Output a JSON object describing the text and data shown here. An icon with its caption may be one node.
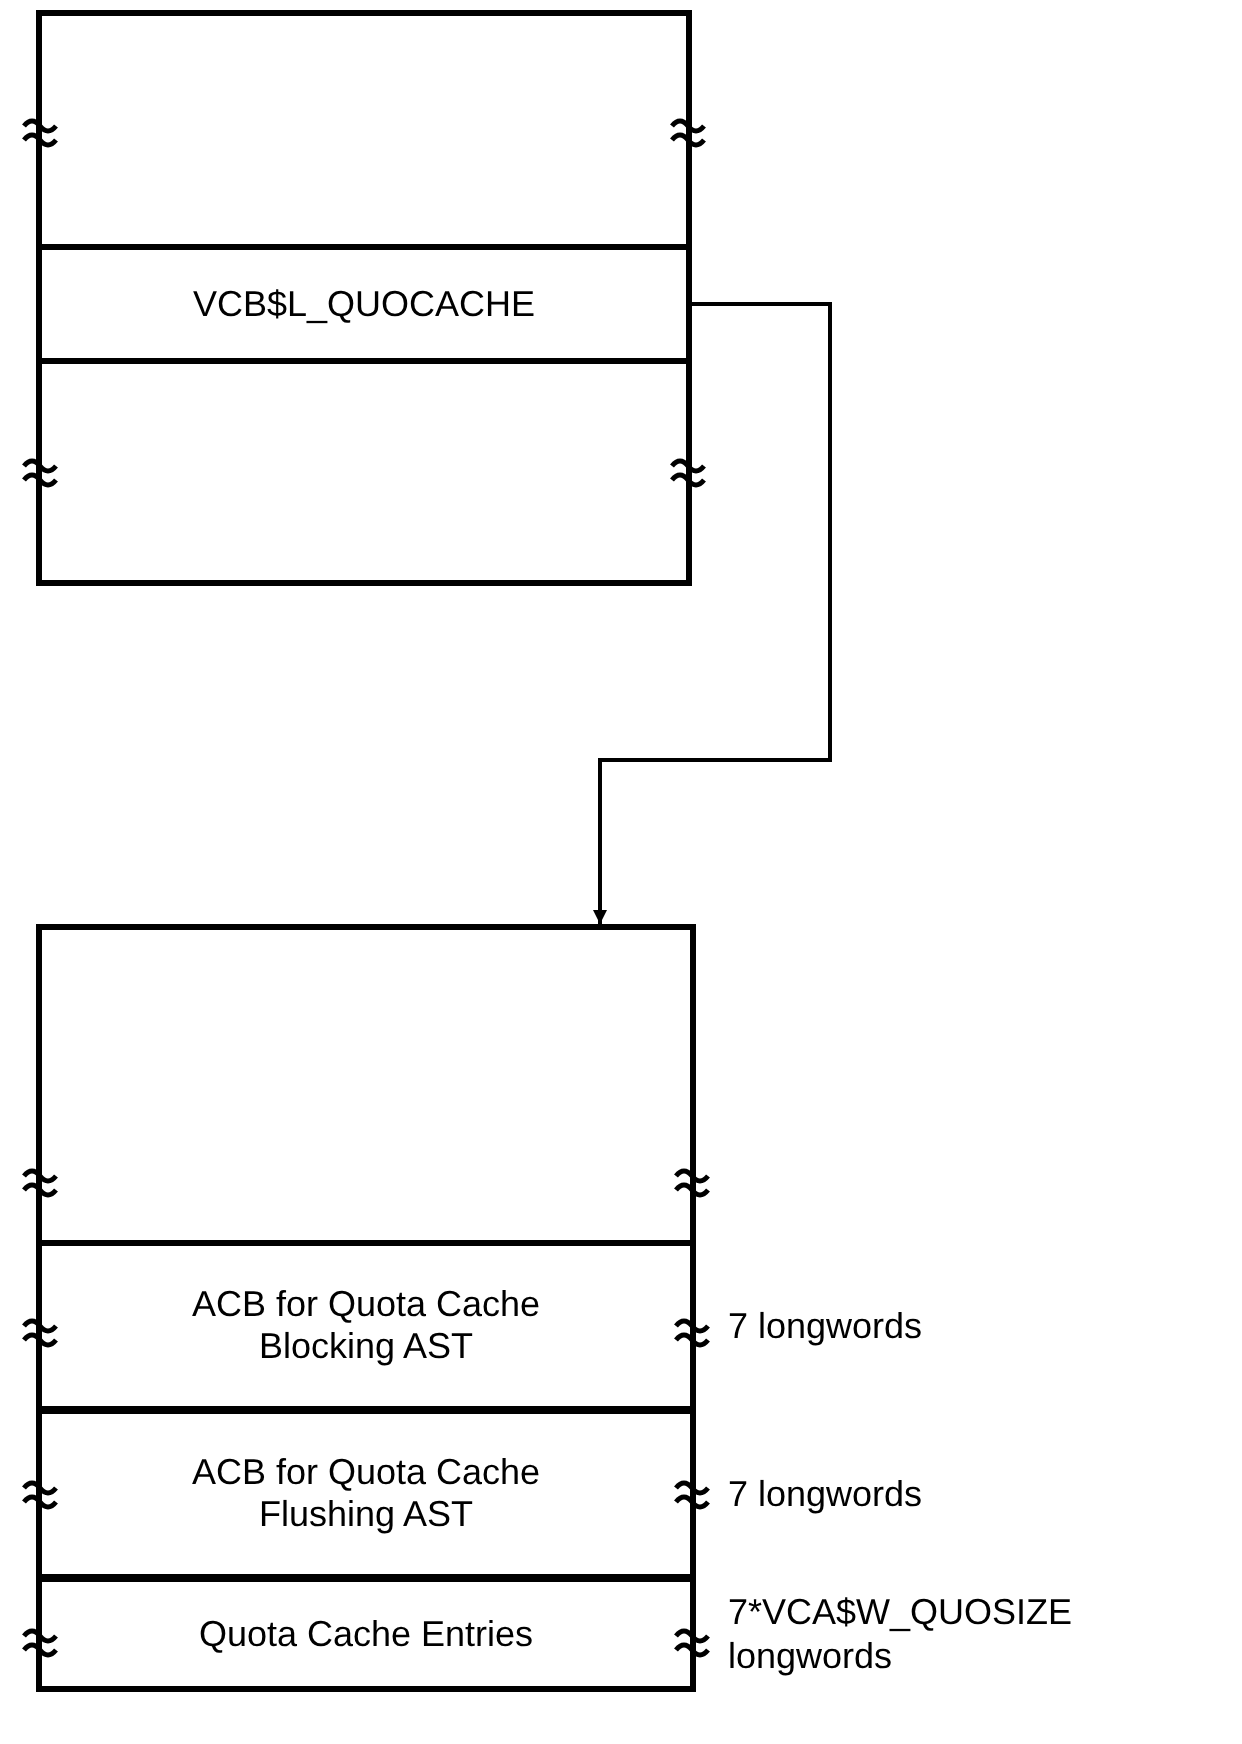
{
  "diagram": {
    "nodes": [
      {
        "text": [],
        "shape": "box"
      },
      {
        "text": [
          "VCB$L_QUOCACHE"
        ],
        "in": 0
      },
      {
        "text": [],
        "shape": "box"
      },
      {
        "text": [
          "ACB for Quota Cache Blocking AST"
        ],
        "in": 2,
        "beside": [
          "7 longwords"
        ]
      },
      {
        "text": [
          "ACB for Quota Cache Flushing AST"
        ],
        "in": 2,
        "beside": [
          "7 longwords"
        ]
      },
      {
        "text": [
          "Quota Cache Entries"
        ],
        "in": 2,
        "beside": [
          "7*VCA$W_QUOSIZE longwords"
        ]
      }
    ],
    "edges": [
      {
        "from": 1,
        "to": 2,
        "arrow": "to"
      }
    ]
  }
}
